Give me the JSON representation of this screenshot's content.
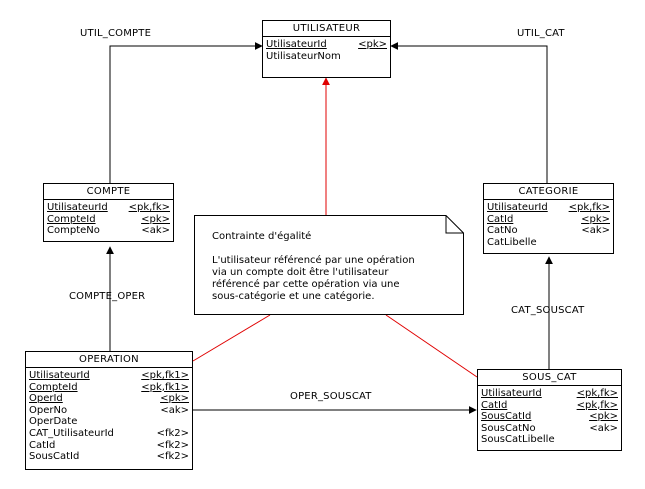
{
  "entities": {
    "utilisateur": {
      "name": "UTILISATEUR",
      "attributes": [
        {
          "name": "UtilisateurId",
          "key": "<pk>",
          "pk": true
        },
        {
          "name": "UtilisateurNom",
          "key": "",
          "pk": false
        }
      ]
    },
    "compte": {
      "name": "COMPTE",
      "attributes": [
        {
          "name": "UtilisateurId",
          "key": "<pk,fk>",
          "pk": true
        },
        {
          "name": "CompteId",
          "key": "<pk>",
          "pk": true
        },
        {
          "name": "CompteNo",
          "key": "<ak>",
          "pk": false
        }
      ]
    },
    "categorie": {
      "name": "CATEGORIE",
      "attributes": [
        {
          "name": "UtilisateurId",
          "key": "<pk,fk>",
          "pk": true
        },
        {
          "name": "CatId",
          "key": "<pk>",
          "pk": true
        },
        {
          "name": "CatNo",
          "key": "<ak>",
          "pk": false
        },
        {
          "name": "CatLibelle",
          "key": "",
          "pk": false
        }
      ]
    },
    "operation": {
      "name": "OPERATION",
      "attributes": [
        {
          "name": "UtilisateurId",
          "key": "<pk,fk1>",
          "pk": true
        },
        {
          "name": "CompteId",
          "key": "<pk,fk1>",
          "pk": true
        },
        {
          "name": "OperId",
          "key": "<pk>",
          "pk": true
        },
        {
          "name": "OperNo",
          "key": "<ak>",
          "pk": false
        },
        {
          "name": "OperDate",
          "key": "",
          "pk": false
        },
        {
          "name": "CAT_UtilisateurId",
          "key": "<fk2>",
          "pk": false
        },
        {
          "name": "CatId",
          "key": "<fk2>",
          "pk": false
        },
        {
          "name": "SousCatId",
          "key": "<fk2>",
          "pk": false
        }
      ]
    },
    "sous_cat": {
      "name": "SOUS_CAT",
      "attributes": [
        {
          "name": "UtilisateurId",
          "key": "<pk,fk>",
          "pk": true
        },
        {
          "name": "CatId",
          "key": "<pk,fk>",
          "pk": true
        },
        {
          "name": "SousCatId",
          "key": "<pk>",
          "pk": true
        },
        {
          "name": "SousCatNo",
          "key": "<ak>",
          "pk": false
        },
        {
          "name": "SousCatLibelle",
          "key": "",
          "pk": false
        }
      ]
    }
  },
  "relationships": {
    "util_compte": "UTIL_COMPTE",
    "util_cat": "UTIL_CAT",
    "compte_oper": "COMPTE_OPER",
    "cat_souscat": "CAT_SOUSCAT",
    "oper_souscat": "OPER_SOUSCAT"
  },
  "note": {
    "title": "Contrainte d'égalité",
    "lines": [
      "L'utilisateur référencé par une opération",
      "via un compte doit être l'utilisateur",
      "référencé par cette opération via une",
      "sous-catégorie et une catégorie."
    ]
  },
  "colors": {
    "line": "#000000",
    "constraint": "#e00000",
    "background": "#ffffff"
  }
}
